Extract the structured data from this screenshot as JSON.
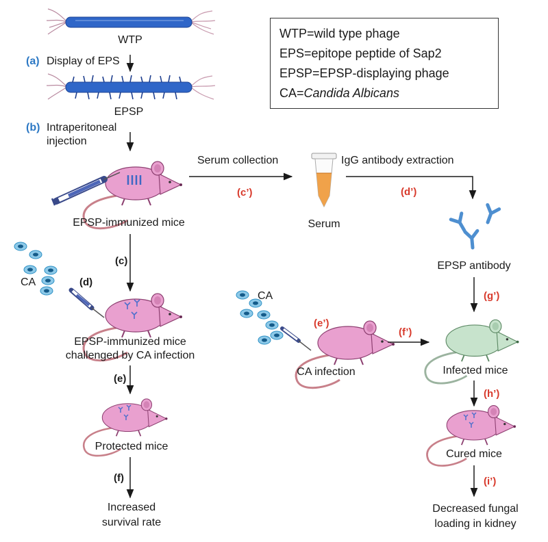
{
  "legend": {
    "wtp": "WTP=wild type phage",
    "eps": "EPS=epitope peptide of Sap2",
    "epsp": "EPSP=EPSP-displaying phage",
    "ca_prefix": "CA=",
    "ca_name": "Candida Albicans"
  },
  "labels": {
    "wtp": "WTP",
    "epsp": "EPSP",
    "immunized_mice": "EPSP-immunized mice",
    "serum_collection": "Serum collection",
    "igg_extraction": "IgG antibody extraction",
    "serum": "Serum",
    "epsp_antibody": "EPSP antibody",
    "ca_left": "CA",
    "ca_mid": "CA",
    "challenged_line1": "EPSP-immunized mice",
    "challenged_line2": "challenged by CA infection",
    "ca_infection": "CA infection",
    "infected_mice": "Infected mice",
    "protected_mice": "Protected mice",
    "cured_mice": "Cured mice",
    "survival_line1": "Increased",
    "survival_line2": "survival rate",
    "fungal_line1": "Decreased fungal",
    "fungal_line2": "loading in  kidney"
  },
  "steps": {
    "a": "(a)",
    "a_text": "Display of EPS",
    "b": "(b)",
    "b_text_1": "Intraperitoneal",
    "b_text_2": "injection",
    "c": "(c)",
    "d": "(d)",
    "e": "(e)",
    "f": "(f)",
    "c_prime": "(c’)",
    "d_prime": "(d’)",
    "e_prime": "(e’)",
    "f_prime": "(f’)",
    "g_prime": "(g’)",
    "h_prime": "(h’)",
    "i_prime": "(i’)"
  },
  "colors": {
    "phage": "#2f66c8",
    "mouse_pink": "#e9a0cf",
    "mouse_green": "#c7e3cc",
    "tail": "#c8808a",
    "antibody": "#4e8fd0",
    "serum_tube": "#f0a24a",
    "cell": "#1b7fb8",
    "step_red": "#d83a2c",
    "step_blue": "#2c78c4"
  }
}
